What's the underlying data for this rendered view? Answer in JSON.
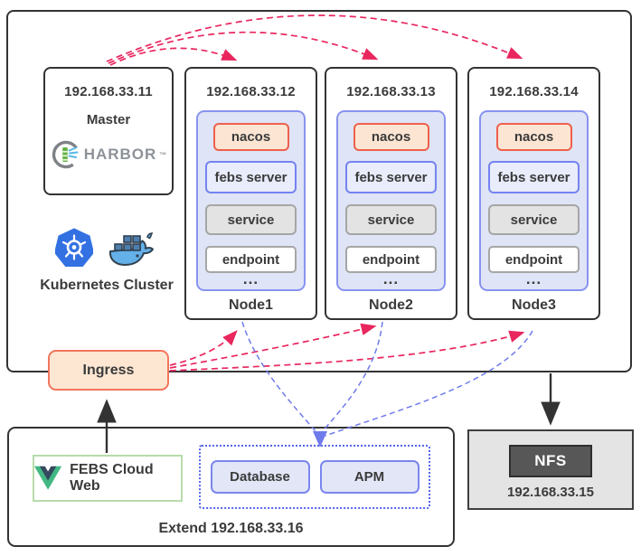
{
  "cluster": {
    "label": "Kubernetes Cluster"
  },
  "master": {
    "ip": "192.168.33.11",
    "label": "Master",
    "harbor_brand": "HARBOR",
    "harbor_tm": "™"
  },
  "nodes": [
    {
      "ip": "192.168.33.12",
      "label": "Node1",
      "components": [
        "nacos",
        "febs server",
        "service",
        "endpoint",
        "..."
      ]
    },
    {
      "ip": "192.168.33.13",
      "label": "Node2",
      "components": [
        "nacos",
        "febs server",
        "service",
        "endpoint",
        "..."
      ]
    },
    {
      "ip": "192.168.33.14",
      "label": "Node3",
      "components": [
        "nacos",
        "febs server",
        "service",
        "endpoint",
        "..."
      ]
    }
  ],
  "ingress": {
    "label": "Ingress"
  },
  "extend": {
    "web_label": "FEBS Cloud Web",
    "database_label": "Database",
    "apm_label": "APM",
    "caption": "Extend 192.168.33.16"
  },
  "nfs": {
    "label": "NFS",
    "ip": "192.168.33.15"
  },
  "icons": {
    "kubernetes": "kubernetes-icon",
    "docker": "docker-whale-icon",
    "harbor": "harbor-lighthouse-icon",
    "vue": "vue-logo-icon"
  },
  "colors": {
    "box_border": "#333333",
    "text": "#3b3b3b",
    "red_arrow": "#e9265e",
    "blue_arrow": "#6f7bea",
    "pod_fill": "#dfe4f6",
    "pod_border": "#8893f0",
    "nacos_fill": "#fce5d2",
    "nacos_border": "#ee614d",
    "febs_fill": "#e8ecfb",
    "febs_border": "#7583f0",
    "service_fill": "#e3e3e3",
    "gray_border": "#a6a6a6",
    "ingress_fill": "#fde7d3",
    "ingress_border": "#f2755b",
    "web_border": "#b7dcab",
    "pill_fill": "#e2e6f6",
    "pill_border": "#7b86ee",
    "dotted_border": "#5565ec",
    "nfs_outer_fill": "#e5e4e4",
    "nfs_inner_fill": "#575757",
    "kubernetes_blue": "#3371e3",
    "docker_blue": "#64b0e8",
    "vue_green": "#41b883",
    "vue_dark": "#35495e",
    "harbor_gray": "#8d9298",
    "harbor_green": "#63b345"
  }
}
